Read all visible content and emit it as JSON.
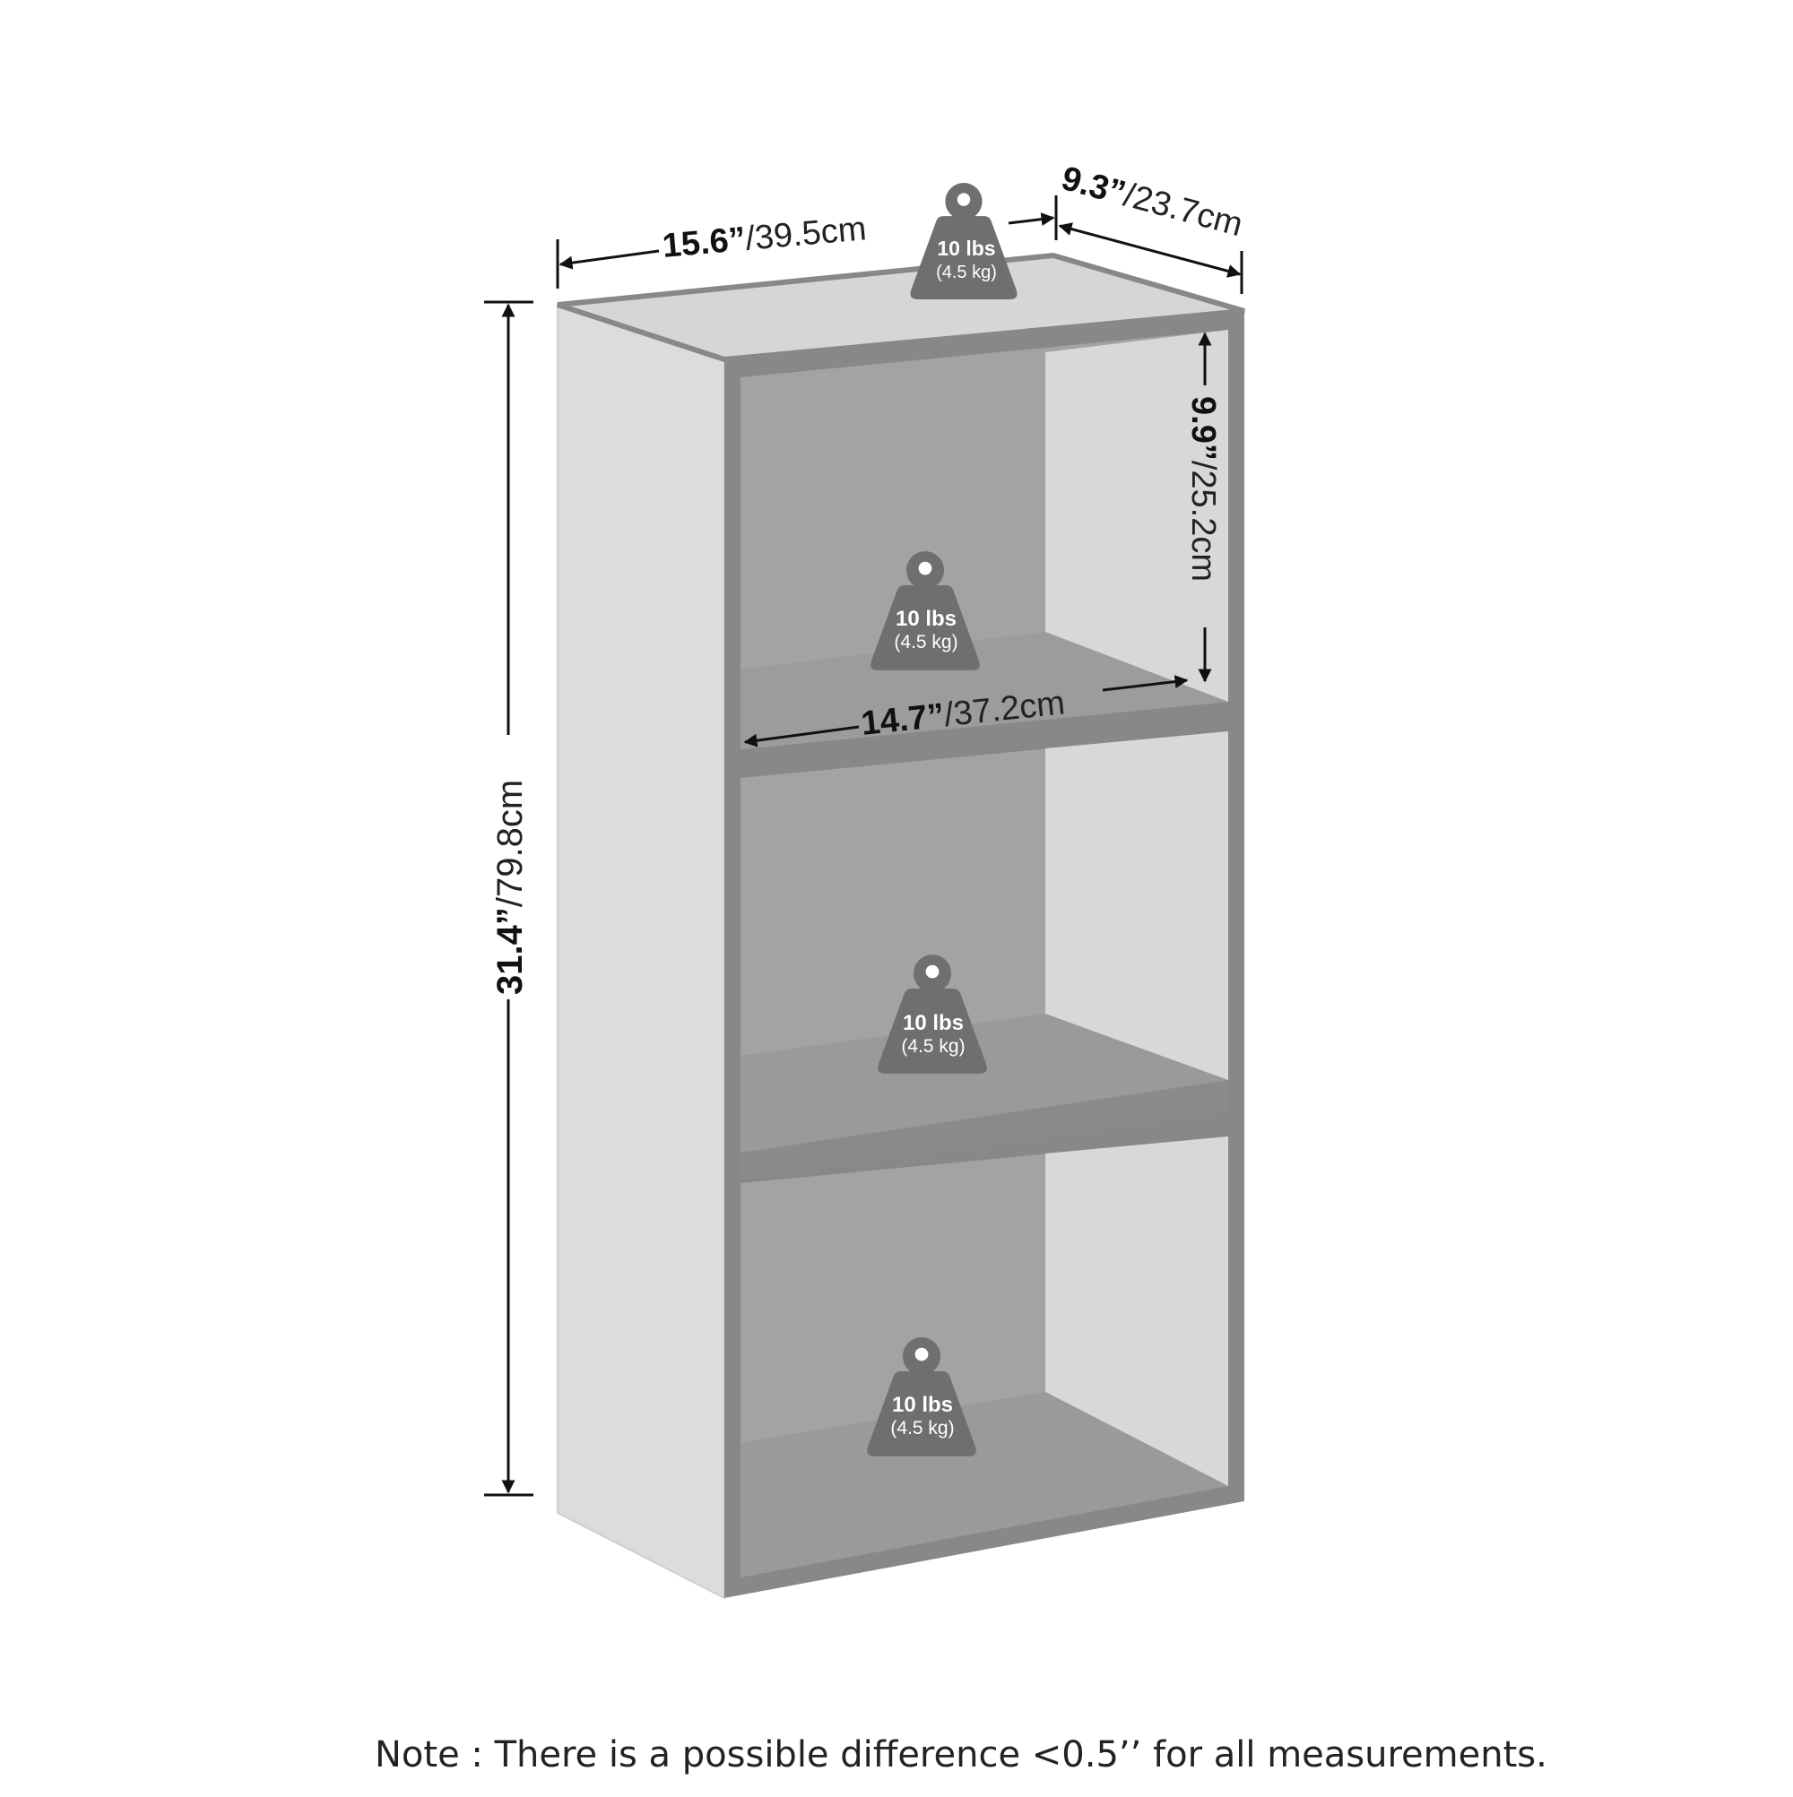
{
  "dimensions": {
    "width": {
      "imperial": "15.6”",
      "metric": "/39.5cm"
    },
    "depth": {
      "imperial": "9.3”",
      "metric": "/23.7cm"
    },
    "height": {
      "imperial": "31.4”",
      "metric": "/79.8cm"
    },
    "shelf_height": {
      "imperial": "9.9”",
      "metric": "/25.2cm"
    },
    "inner_width": {
      "imperial": "14.7”",
      "metric": "/37.2cm"
    }
  },
  "weight_capacity": [
    {
      "location": "top",
      "lbs": "10 lbs",
      "kg": "(4.5 kg)"
    },
    {
      "location": "upper shelf",
      "lbs": "10 lbs",
      "kg": "(4.5 kg)"
    },
    {
      "location": "middle shelf",
      "lbs": "10 lbs",
      "kg": "(4.5 kg)"
    },
    {
      "location": "bottom shelf",
      "lbs": "10 lbs",
      "kg": "(4.5 kg)"
    }
  ],
  "note": "Note : There is a possible difference <0.5’’ for all measurements.",
  "colors": {
    "frame": "#888888",
    "side_panel": "#dcdcdc",
    "back_panel": "#a3a3a3",
    "shelf_surface": "#9a9a9a",
    "inner_wall": "#d8d8d8",
    "weight_icon": "#6f6f6f",
    "arrows": "#111111"
  }
}
